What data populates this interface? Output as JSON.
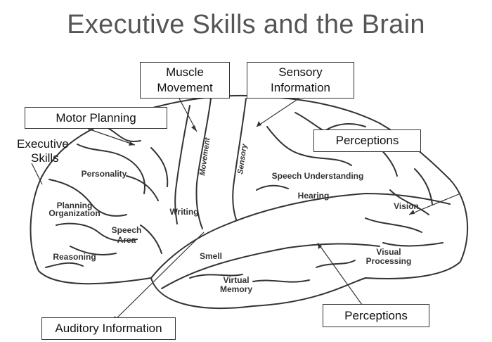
{
  "title": "Executive Skills and the Brain",
  "callouts": {
    "muscle_movement": [
      "Muscle",
      "Movement"
    ],
    "sensory_information": [
      "Sensory",
      "Information"
    ],
    "motor_planning": "Motor Planning",
    "executive_skills": [
      "Executive",
      "Skills"
    ],
    "perceptions_top": "Perceptions",
    "perceptions_bottom": "Perceptions",
    "auditory_information": "Auditory Information"
  },
  "regions": {
    "personality": "Personality",
    "planning_organization": [
      "Planning",
      "Organization"
    ],
    "reasoning": "Reasoning",
    "speech_area": [
      "Speech",
      "Area"
    ],
    "writing": "Writing",
    "movement": "Movement",
    "sensory": "Sensory",
    "speech_understanding": "Speech Understanding",
    "hearing": "Hearing",
    "vision": "Vision",
    "smell": "Smell",
    "virtual_memory": [
      "Virtual",
      "Memory"
    ],
    "visual_processing": [
      "Visual",
      "Processing"
    ]
  },
  "colors": {
    "title": "#555555",
    "outline": "#333333",
    "box_border": "#333333"
  }
}
